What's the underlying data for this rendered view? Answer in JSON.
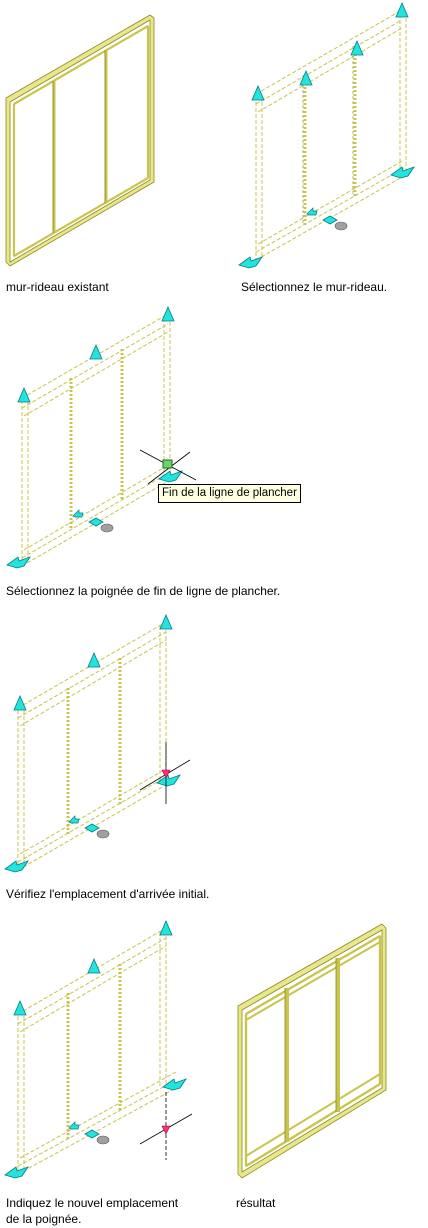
{
  "colors": {
    "frame": "#c8c44e",
    "frame_dark": "#8c8a1a",
    "grip": "#00e0d8",
    "grip_dark": "#007e86",
    "tooltip_bg": "#ffffe1",
    "tooltip_text": "#000000",
    "pink_marker": "#ff2f7a"
  },
  "icons": {
    "grip": "cyan-triangle-grip-icon",
    "flip": "flip-arrow-icon",
    "marker": "grey-ellipse-marker-icon",
    "crosshair": "crosshair-cursor-icon"
  },
  "captions": {
    "existing": "mur-rideau existant",
    "select_wall": "Sélectionnez le mur-rideau.",
    "select_grip": "Sélectionnez la poignée de fin de ligne de plancher.",
    "verify": "Vérifiez l'emplacement d'arrivée initial.",
    "new_location_1": "Indiquez le nouvel emplacement",
    "new_location_2": "de la poignée.",
    "result": "résultat"
  },
  "tooltip": "Fin de la ligne de plancher"
}
